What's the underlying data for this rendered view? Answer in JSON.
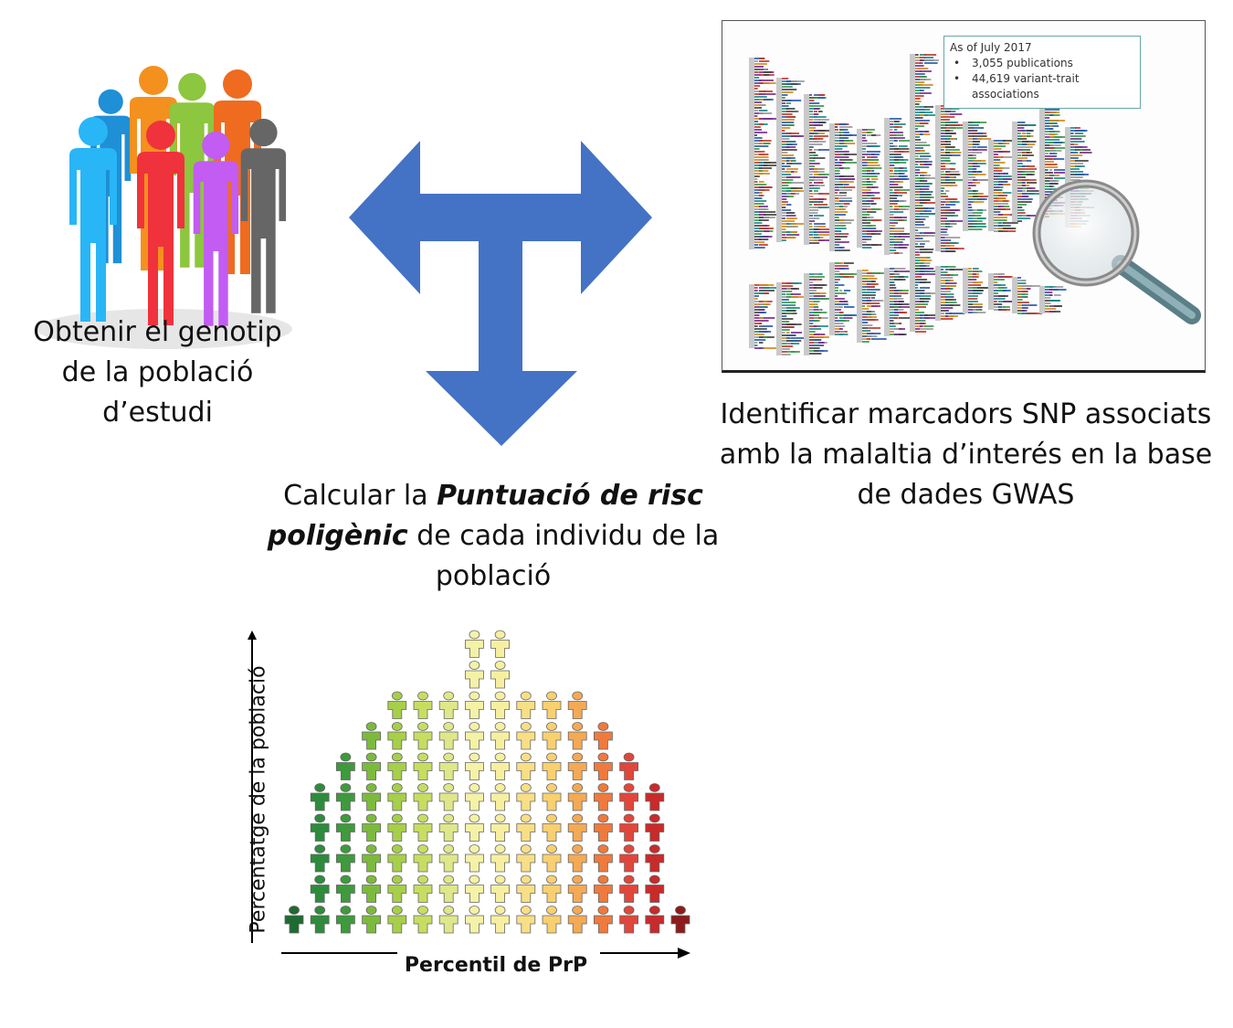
{
  "steps": {
    "genotype": {
      "line1": "Obtenir el genotip",
      "line2": "de la població",
      "line3": "d’estudi"
    },
    "snp": {
      "line1": "Identificar marcadors SNP associats",
      "line2": "amb la malaltia d’interés en la base",
      "line3": "de dades GWAS"
    },
    "score": {
      "pre": "Calcular la ",
      "em1": "Puntuació  de risc",
      "em2": "poligènic",
      "post2": " de cada individu  de la",
      "line3": "població"
    }
  },
  "gwas_catalog": {
    "heading": "As of July 2017",
    "items": [
      "3,055 publications",
      "44,619 variant-trait associations"
    ]
  },
  "people_colors": [
    "#1f8fd6",
    "#f4901e",
    "#8dc63f",
    "#ef6b1f",
    "#29b6f6",
    "#f0323c",
    "#c35cf2",
    "#666666"
  ],
  "distribution": {
    "xlabel": "Percentil de PrP",
    "ylabel": "Percentatge de la població",
    "column_counts": [
      1,
      5,
      6,
      7,
      8,
      8,
      8,
      10,
      10,
      8,
      8,
      8,
      7,
      6,
      5,
      1
    ],
    "column_colors": [
      "#1e6b30",
      "#2e8b3e",
      "#3e9a3c",
      "#7cba3e",
      "#a6cf4a",
      "#c7dd62",
      "#dfe78a",
      "#f4f2a6",
      "#f7efa0",
      "#f8df86",
      "#f8d070",
      "#f4a955",
      "#ee7a3e",
      "#e2463a",
      "#c92a2a",
      "#8e1b1b"
    ]
  },
  "arrow_color": "#4472c4"
}
